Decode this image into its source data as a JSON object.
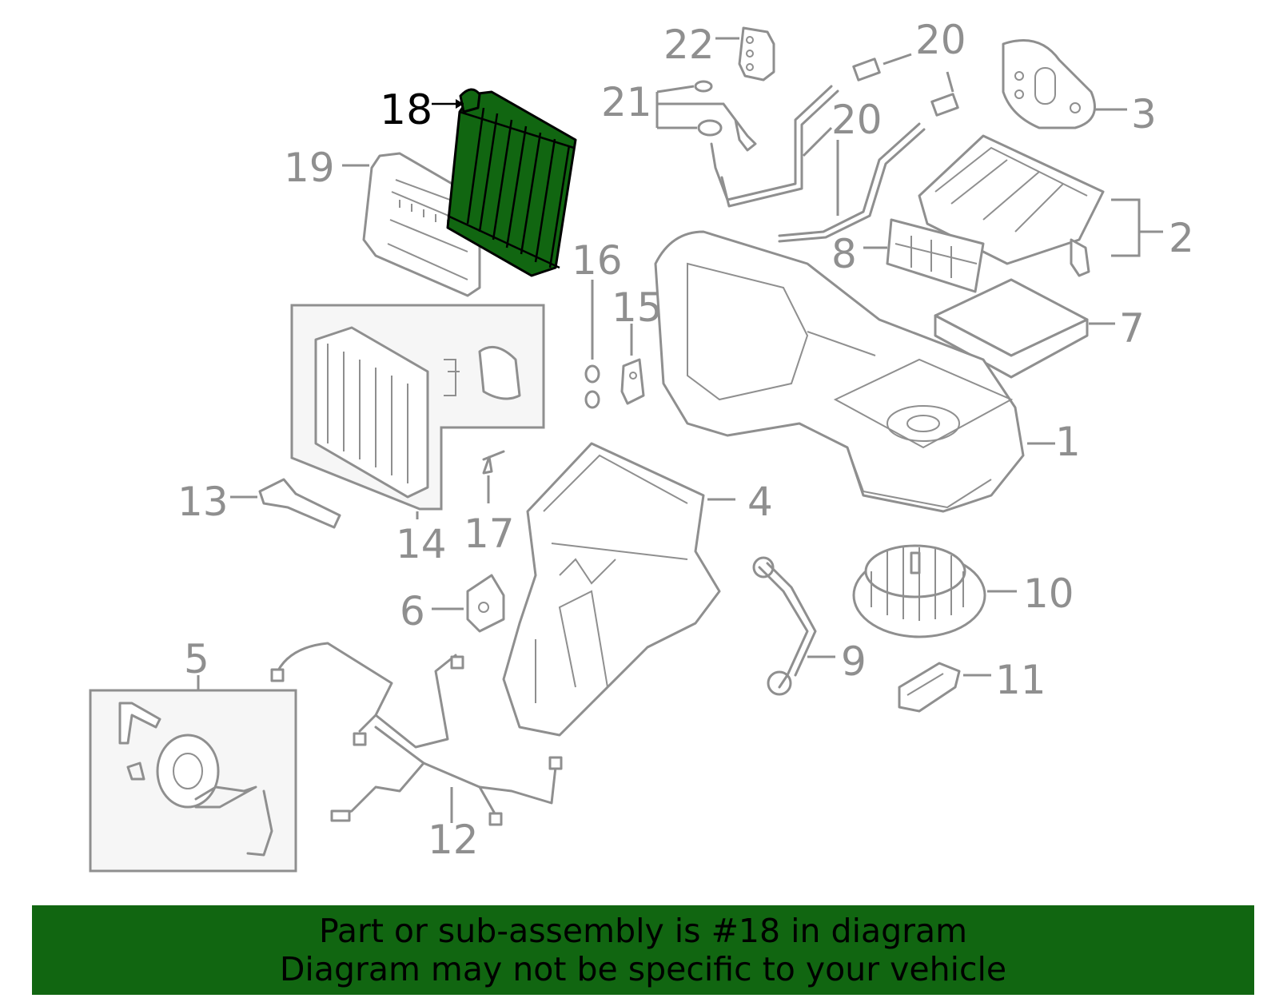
{
  "highlight_color": "#116611",
  "callouts": {
    "c1": "1",
    "c2": "2",
    "c3": "3",
    "c4": "4",
    "c5": "5",
    "c6": "6",
    "c7": "7",
    "c8": "8",
    "c9": "9",
    "c10": "10",
    "c11": "11",
    "c12": "12",
    "c13": "13",
    "c14": "14",
    "c15": "15",
    "c16": "16",
    "c17": "17",
    "c18": "18",
    "c19": "19",
    "c20a": "20",
    "c20b": "20",
    "c21": "21",
    "c22": "22"
  },
  "banner": {
    "line1": "Part or sub-assembly is #18 in diagram",
    "line2": "Diagram may not be specific to your vehicle"
  }
}
